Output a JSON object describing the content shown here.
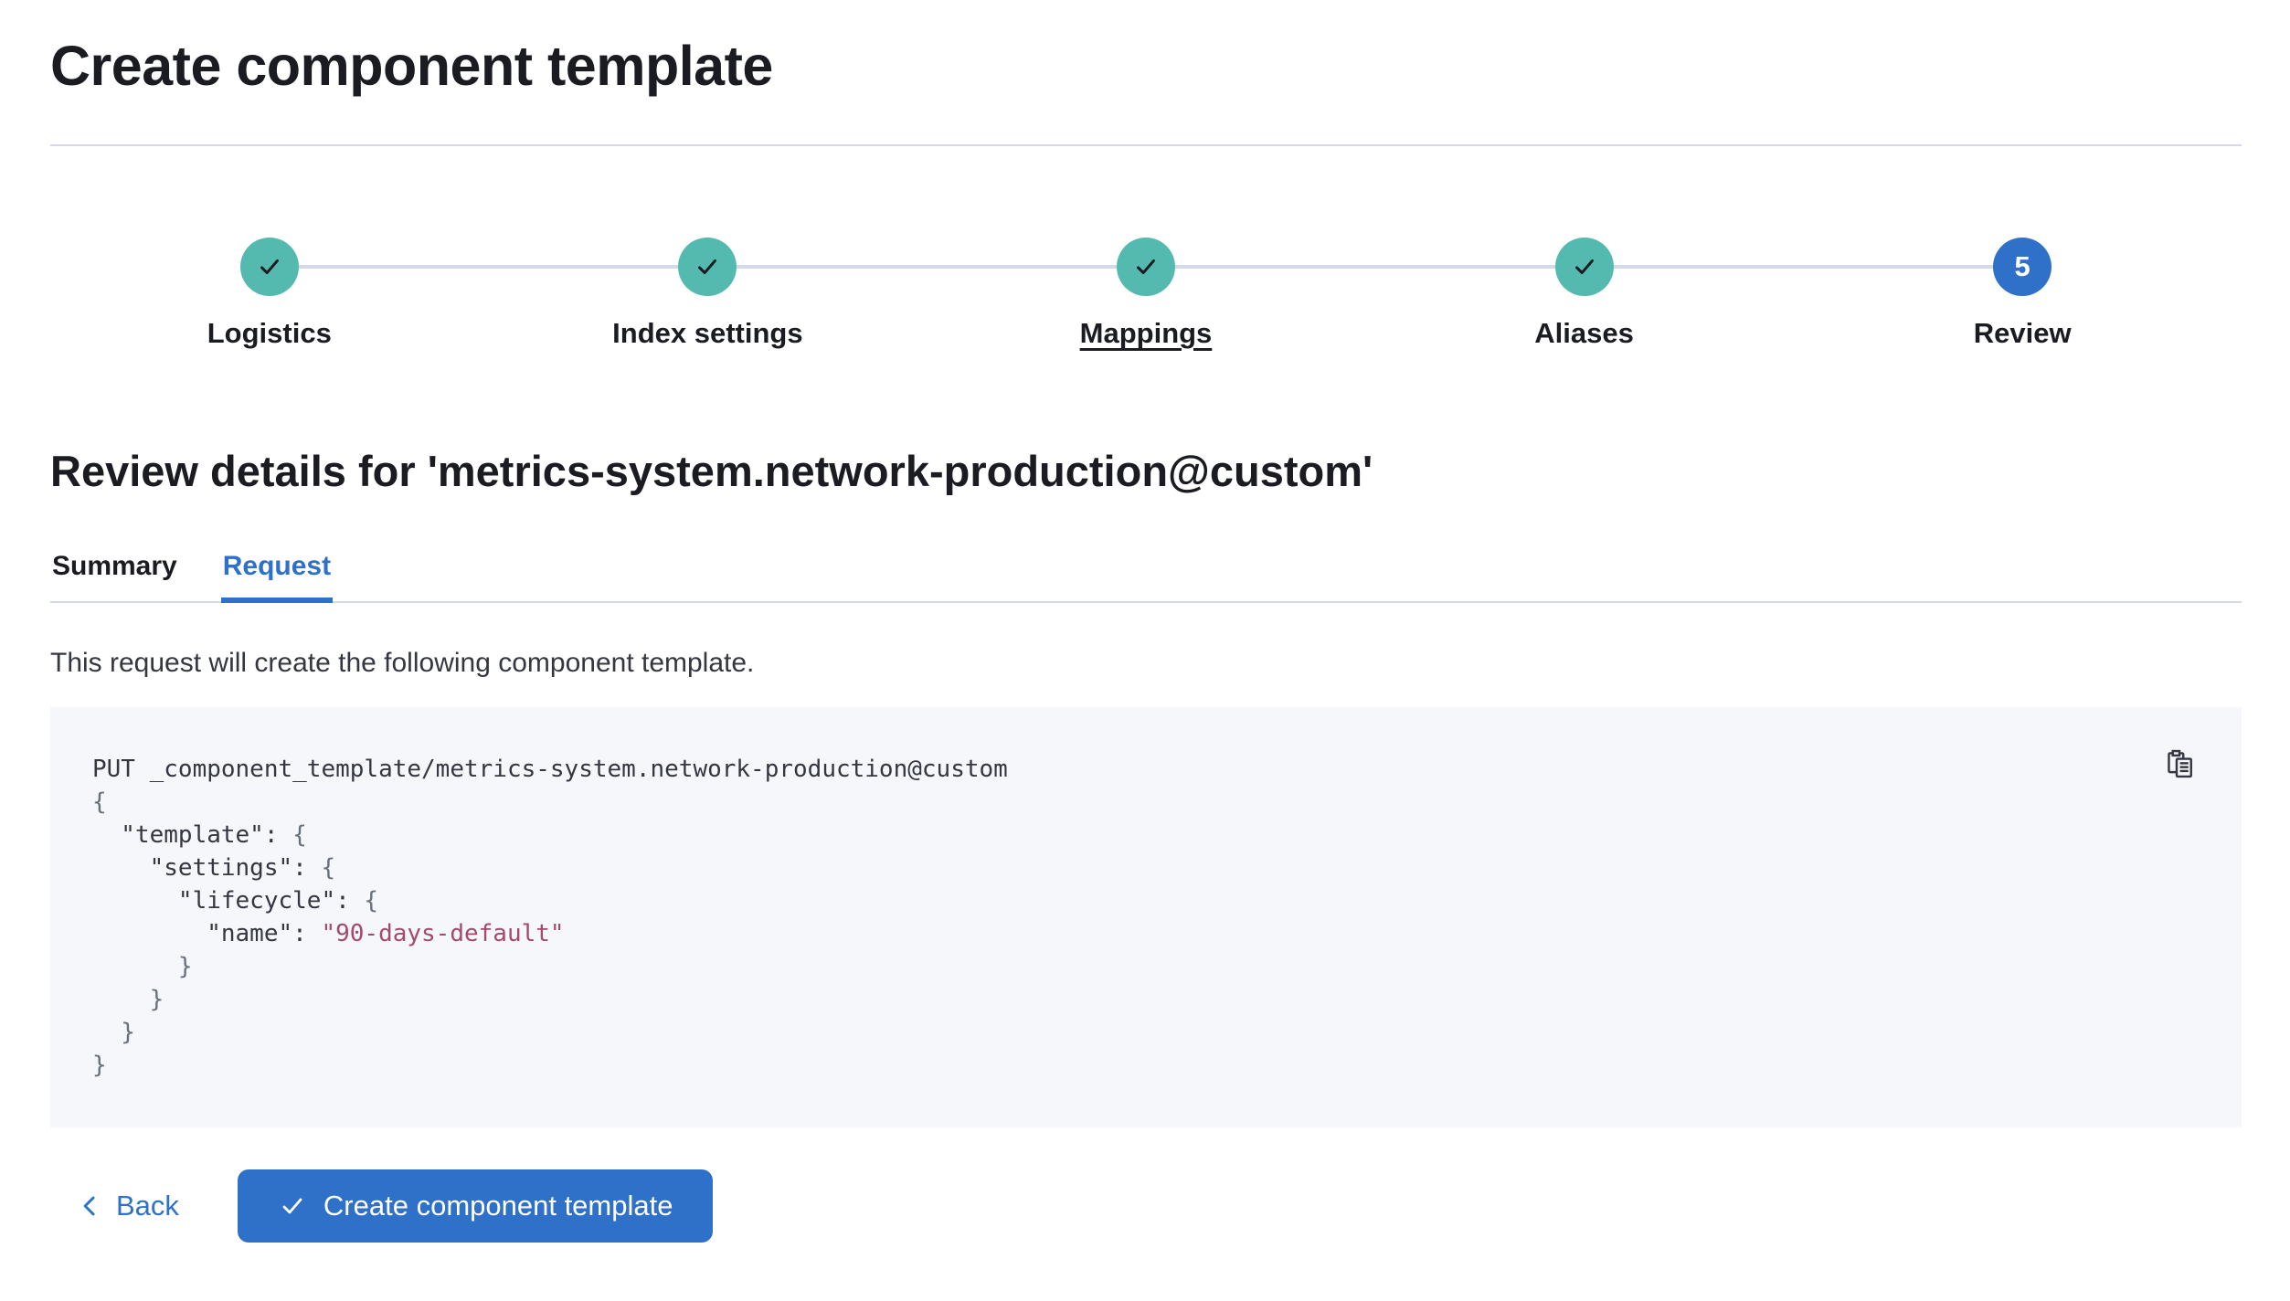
{
  "window": {
    "title": "Create component template"
  },
  "stepper": {
    "steps": [
      {
        "label": "Logistics",
        "status": "complete"
      },
      {
        "label": "Index settings",
        "status": "complete"
      },
      {
        "label": "Mappings",
        "status": "complete",
        "underlined": true
      },
      {
        "label": "Aliases",
        "status": "complete"
      },
      {
        "label": "Review",
        "status": "current",
        "number": "5"
      }
    ]
  },
  "review": {
    "heading": "Review details for 'metrics-system.network-production@custom'",
    "tabs": [
      {
        "label": "Summary",
        "selected": false
      },
      {
        "label": "Request",
        "selected": true
      }
    ],
    "description": "This request will create the following component template."
  },
  "code_block": {
    "copy_icon": "copy-clipboard-icon",
    "lines": [
      [
        {
          "c": "plain",
          "t": "PUT _component_template/metrics-system.network-production@custom"
        }
      ],
      [
        {
          "c": "punct",
          "t": "{"
        }
      ],
      [
        {
          "c": "plain",
          "t": "  \"template\": "
        },
        {
          "c": "punct",
          "t": "{"
        }
      ],
      [
        {
          "c": "plain",
          "t": "    \"settings\": "
        },
        {
          "c": "punct",
          "t": "{"
        }
      ],
      [
        {
          "c": "plain",
          "t": "      \"lifecycle\": "
        },
        {
          "c": "punct",
          "t": "{"
        }
      ],
      [
        {
          "c": "plain",
          "t": "        \"name\": "
        },
        {
          "c": "str",
          "t": "\"90-days-default\""
        }
      ],
      [
        {
          "c": "punct",
          "t": "      }"
        }
      ],
      [
        {
          "c": "punct",
          "t": "    }"
        }
      ],
      [
        {
          "c": "punct",
          "t": "  }"
        }
      ],
      [
        {
          "c": "punct",
          "t": "}"
        }
      ]
    ]
  },
  "footer": {
    "back_label": "Back",
    "create_label": "Create component template"
  },
  "colors": {
    "primary": "#2F70C8",
    "success": "#54B9AE",
    "line": "#D3DAE6",
    "title_text": "#1A1C21",
    "body_text": "#343741",
    "code_bg": "#F5F7FA",
    "code_text": "#343741",
    "code_punct": "#69707D",
    "code_string": "#A34A6E",
    "check_mark": "#1A1C21"
  }
}
